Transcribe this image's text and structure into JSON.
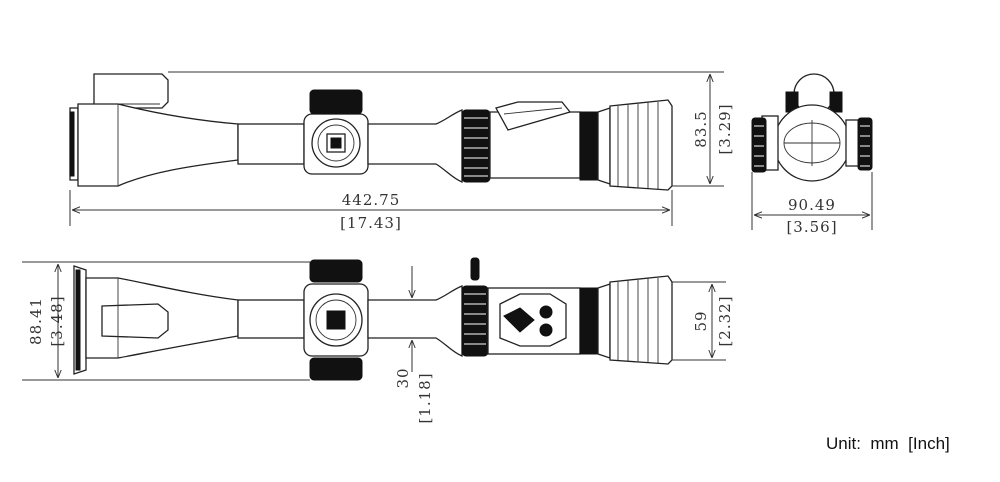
{
  "dimensions": {
    "length_mm": "442.75",
    "length_in": "[17.43]",
    "height_mm": "83.5",
    "height_in": "[3.29]",
    "width_mm": "90.49",
    "width_in": "[3.56]",
    "top_width_mm": "88.41",
    "top_width_in": "[3.48]",
    "tube_mm": "30",
    "tube_in": "[1.18]",
    "eyepiece_mm": "59",
    "eyepiece_in": "[2.32]"
  },
  "unit_label": "Unit:  mm  [Inch]"
}
